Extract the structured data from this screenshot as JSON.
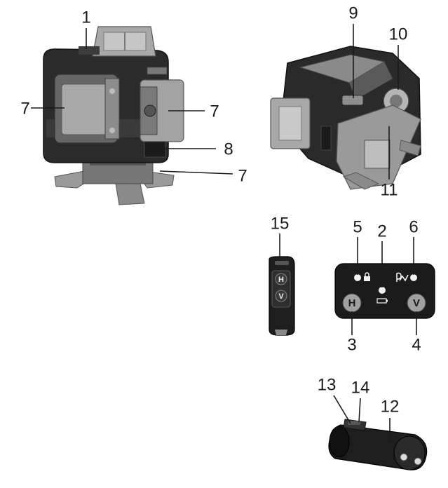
{
  "callouts": {
    "c1": "1",
    "c7a": "7",
    "c7b": "7",
    "c7c": "7",
    "c8": "8",
    "c9": "9",
    "c10": "10",
    "c11": "11",
    "c15": "15",
    "c5": "5",
    "c2": "2",
    "c6": "6",
    "c3": "3",
    "c4": "4",
    "c13": "13",
    "c14": "14",
    "c12": "12"
  },
  "panel": {
    "h_label": "H",
    "v_label": "V"
  },
  "remote": {
    "h_label": "H",
    "v_label": "V"
  }
}
